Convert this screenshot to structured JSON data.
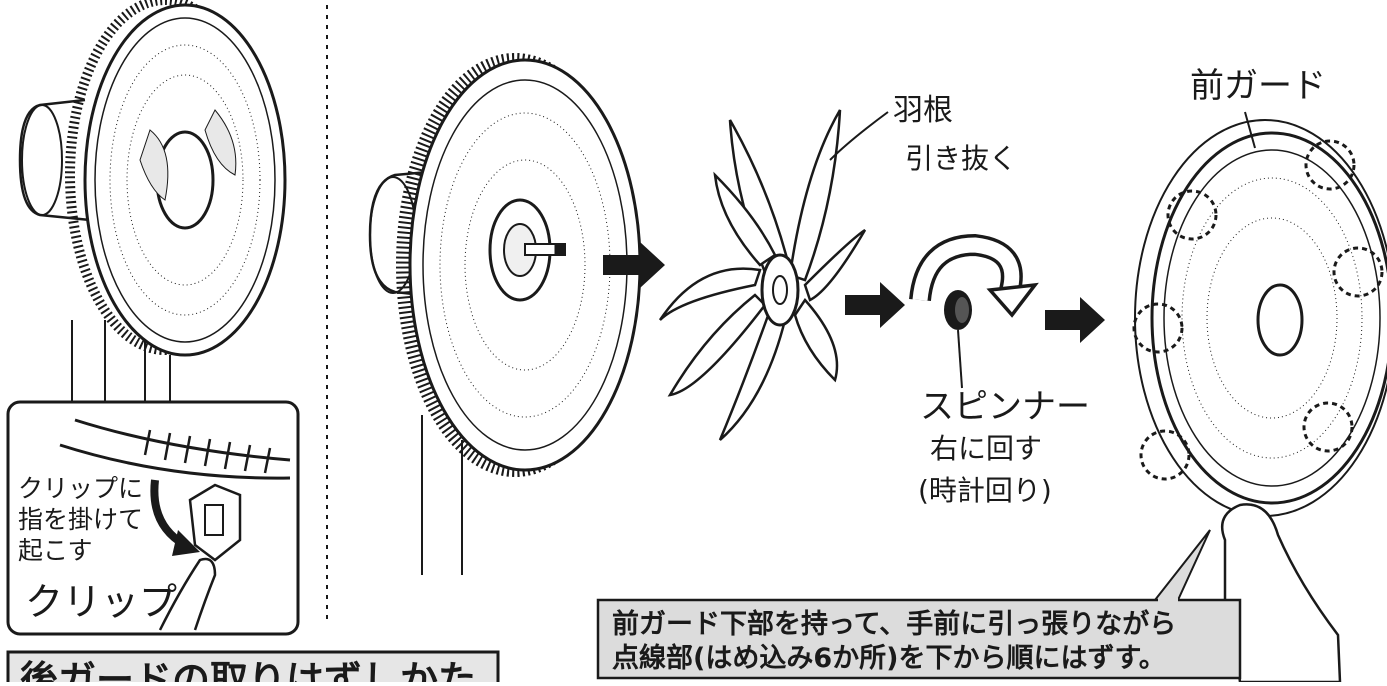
{
  "labels": {
    "clip_instruction_line1": "クリップに",
    "clip_instruction_line2": "指を掛けて",
    "clip_instruction_line3": "起こす",
    "clip": "クリップ",
    "blade": "羽根",
    "blade_action": "引き抜く",
    "spinner": "スピンナー",
    "spinner_action": "右に回す",
    "spinner_note": "(時計回り)",
    "front_guard": "前ガード"
  },
  "callout": {
    "line1": "前ガード下部を持って、手前に引っ張りながら",
    "line2": "点線部(はめ込み6か所)を下から順にはずす。"
  },
  "section_title": "後ガードの取りはずしかた",
  "colors": {
    "ink": "#1a1a1a",
    "callout_fill": "#dcdcdc",
    "title_fill": "#e6e6e6"
  }
}
